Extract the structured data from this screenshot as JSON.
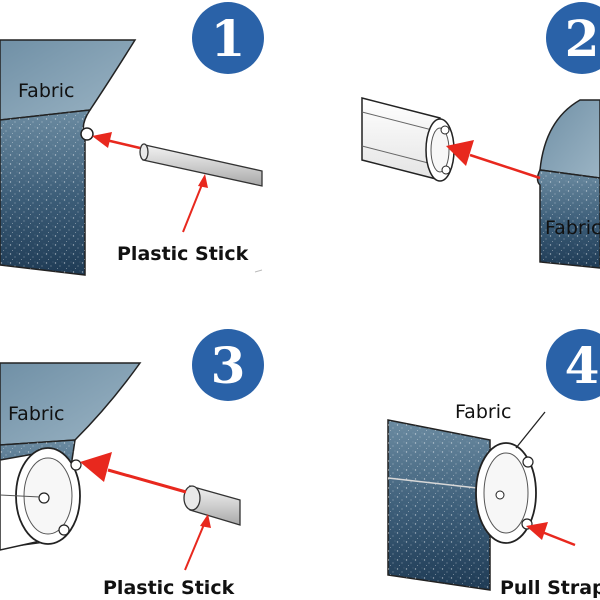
{
  "steps": [
    {
      "number": "1",
      "labels": {
        "fabric": "Fabric",
        "stick": "Plastic Stick"
      }
    },
    {
      "number": "2",
      "labels": {
        "fabric": "Fabric"
      }
    },
    {
      "number": "3",
      "labels": {
        "fabric": "Fabric",
        "stick": "Plastic Stick"
      }
    },
    {
      "number": "4",
      "labels": {
        "fabric": "Fabric",
        "strap": "Pull Strap"
      }
    }
  ],
  "colors": {
    "badge": "#2a62a8",
    "fabric_dark": "#1d3a55",
    "fabric_light": "#5d7f97",
    "arrow": "#e8281e",
    "outline": "#222222"
  }
}
